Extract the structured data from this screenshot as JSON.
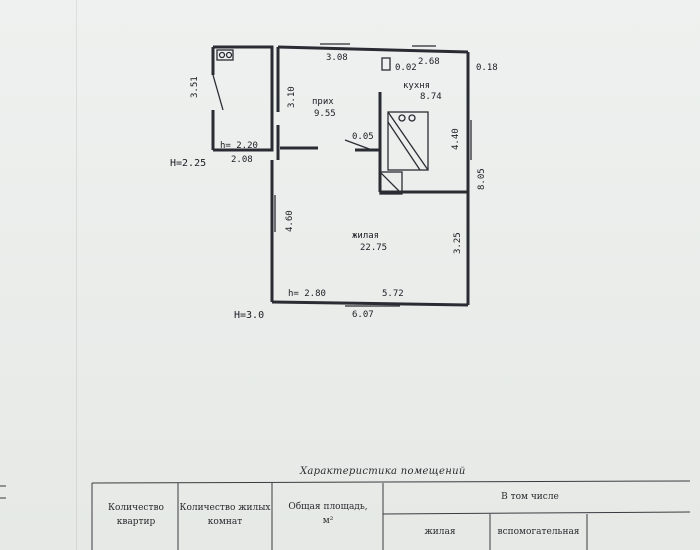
{
  "plan": {
    "labels": {
      "porch_height": "H=2.25",
      "porch_inner_height": "h= 2.20",
      "porch_width": "2.08",
      "porch_depth": "3.51",
      "house_height": "H=3.0",
      "house_inner_height": "h= 2.80",
      "hall_wall": "3.10",
      "top_wall_a": "3.08",
      "top_wall_b": "2.68",
      "top_small": "0.02",
      "corner_offset": "0.18",
      "right_wall": "8.05",
      "kitchen_wall": "4.40",
      "living_right_wall": "3.25",
      "living_left_wall": "4.60",
      "bottom_inner": "5.72",
      "bottom_outer": "6.07",
      "partition_small": "0.05"
    },
    "rooms": {
      "hall_name": "прих",
      "hall_area": "9.55",
      "kitchen_name": "кухня",
      "kitchen_area": "8.74",
      "living_name": "жилая",
      "living_area": "22.75"
    }
  },
  "table": {
    "title": "Характеристика помещений",
    "col_apartments_line1": "Количество",
    "col_apartments_line2": "квартир",
    "col_rooms_line1": "Количество жилых",
    "col_rooms_line2": "комнат",
    "col_total_line1": "Общая площадь,",
    "col_total_line2": "м²",
    "col_including": "В том числе",
    "col_living": "жилая",
    "col_auxiliary": "вспомогательная"
  }
}
